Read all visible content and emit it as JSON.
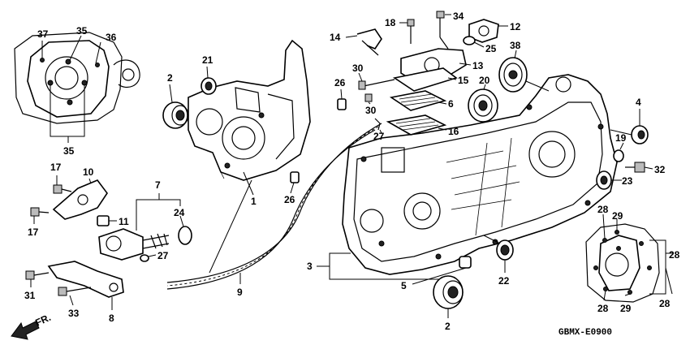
{
  "diagram_code": "GBMX-E0900",
  "direction_label": "FR.",
  "callouts": [
    {
      "id": "c37",
      "text": "37"
    },
    {
      "id": "c35a",
      "text": "35"
    },
    {
      "id": "c36",
      "text": "36"
    },
    {
      "id": "c35b",
      "text": "35"
    },
    {
      "id": "c21",
      "text": "21"
    },
    {
      "id": "c2a",
      "text": "2"
    },
    {
      "id": "c1",
      "text": "1"
    },
    {
      "id": "c26a",
      "text": "26"
    },
    {
      "id": "c26b",
      "text": "26"
    },
    {
      "id": "c30a",
      "text": "30"
    },
    {
      "id": "c30b",
      "text": "30"
    },
    {
      "id": "c27a",
      "text": "27"
    },
    {
      "id": "c18",
      "text": "18"
    },
    {
      "id": "c34",
      "text": "34"
    },
    {
      "id": "c12",
      "text": "12"
    },
    {
      "id": "c14",
      "text": "14"
    },
    {
      "id": "c25",
      "text": "25"
    },
    {
      "id": "c38",
      "text": "38"
    },
    {
      "id": "c13",
      "text": "13"
    },
    {
      "id": "c15",
      "text": "15"
    },
    {
      "id": "c20",
      "text": "20"
    },
    {
      "id": "c6",
      "text": "6"
    },
    {
      "id": "c16",
      "text": "16"
    },
    {
      "id": "c4",
      "text": "4"
    },
    {
      "id": "c19",
      "text": "19"
    },
    {
      "id": "c32",
      "text": "32"
    },
    {
      "id": "c23",
      "text": "23"
    },
    {
      "id": "c17a",
      "text": "17"
    },
    {
      "id": "c10",
      "text": "10"
    },
    {
      "id": "c17b",
      "text": "17"
    },
    {
      "id": "c7",
      "text": "7"
    },
    {
      "id": "c24",
      "text": "24"
    },
    {
      "id": "c11",
      "text": "11"
    },
    {
      "id": "c27b",
      "text": "27"
    },
    {
      "id": "c31",
      "text": "31"
    },
    {
      "id": "c33",
      "text": "33"
    },
    {
      "id": "c8",
      "text": "8"
    },
    {
      "id": "c9",
      "text": "9"
    },
    {
      "id": "c3",
      "text": "3"
    },
    {
      "id": "c5",
      "text": "5"
    },
    {
      "id": "c22",
      "text": "22"
    },
    {
      "id": "c2b",
      "text": "2"
    },
    {
      "id": "c28a",
      "text": "28"
    },
    {
      "id": "c29a",
      "text": "29"
    },
    {
      "id": "c28b",
      "text": "28"
    },
    {
      "id": "c29b",
      "text": "29"
    },
    {
      "id": "c28c",
      "text": "28"
    },
    {
      "id": "c28d",
      "text": "28"
    }
  ]
}
